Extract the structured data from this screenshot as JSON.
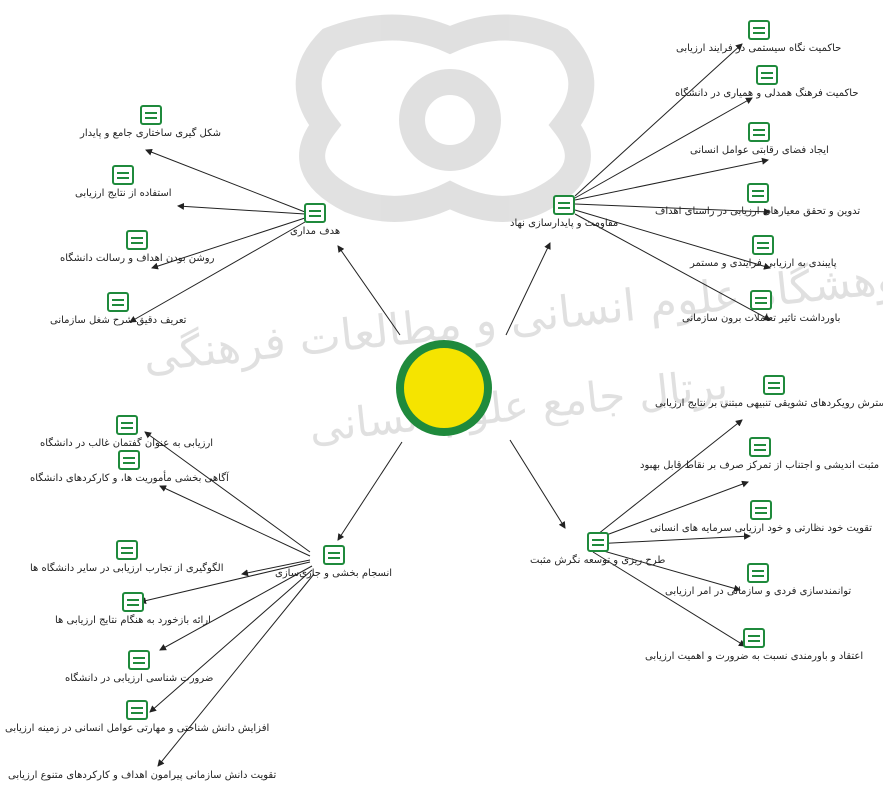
{
  "title_partial": "",
  "colors": {
    "accent": "#1f8a3c",
    "center": "#f5e400"
  },
  "watermark": {
    "line1": "پژوهشگاه علوم انسانی و مطالعات فرهنگی",
    "line2": "پرتال جامع علوم انسانی"
  },
  "center": {
    "label": ""
  },
  "hubs": {
    "hadaf": "هدف مداری",
    "moghavemat": "مقاومت و پایدارسازی نهاد",
    "ensejam": "انسجام بخشی و جاری‌سازی",
    "tarh": "طرح ریزی و توسعه نگرش مثبت"
  },
  "leaves": {
    "h1": "شکل گیری ساختاری جامع و پایدار",
    "h2": "استفاده از نتایج ارزیابی",
    "h3": "روشن بودن اهداف و رسالت دانشگاه",
    "h4": "تعریف دقیق شرح شغل سازمانی",
    "m1": "حاکمیت نگاه سیستمی در فرایند ارزیابی",
    "m2": "حاکمیت فرهنگ همدلی و همیاری در دانشگاه",
    "m3": "ایجاد فضای رقابتی عوامل انسانی",
    "m4": "تدوین و تحقق معیارهای ارزیابی در راستای اهداف",
    "m5": "پایبندی به ارزیابی فرایندی و مستمر",
    "m6": "باورداشت تاثیر تعاملات برون سازمانی",
    "e1": "ارزیابی به عنوان گفتمان غالب در دانشگاه",
    "e2": "آگاهی بخشی مأموریت ها، و کارکردهای دانشگاه",
    "e3": "الگوگیری از تجارب ارزیابی در سایر دانشگاه ها",
    "e4": "ارائه بازخورد به هنگام نتایج ارزیابی ها",
    "e5": "ضرورت شناسی ارزیابی در دانشگاه",
    "e6": "افزایش دانش شناختی و مهارتی عوامل انسانی در زمینه ارزیابی",
    "e7": "تقویت دانش سازمانی پیرامون اهداف و کارکردهای متنوع ارزیابی",
    "t1": "گسترش رویکردهای تشویقی تنبیهی مبتنی بر نتایج ارزیابی",
    "t2": "مثبت اندیشی و اجتناب از تمرکز صرف بر نقاط قابل بهبود",
    "t3": "تقویت خود نظارتی و خود ارزیابی سرمایه های انسانی",
    "t4": "توانمندسازی فردی و سازمانی در امر ارزیابی",
    "t5": "اعتقاد و باورمندی نسبت به ضرورت و اهمیت ارزیابی"
  }
}
